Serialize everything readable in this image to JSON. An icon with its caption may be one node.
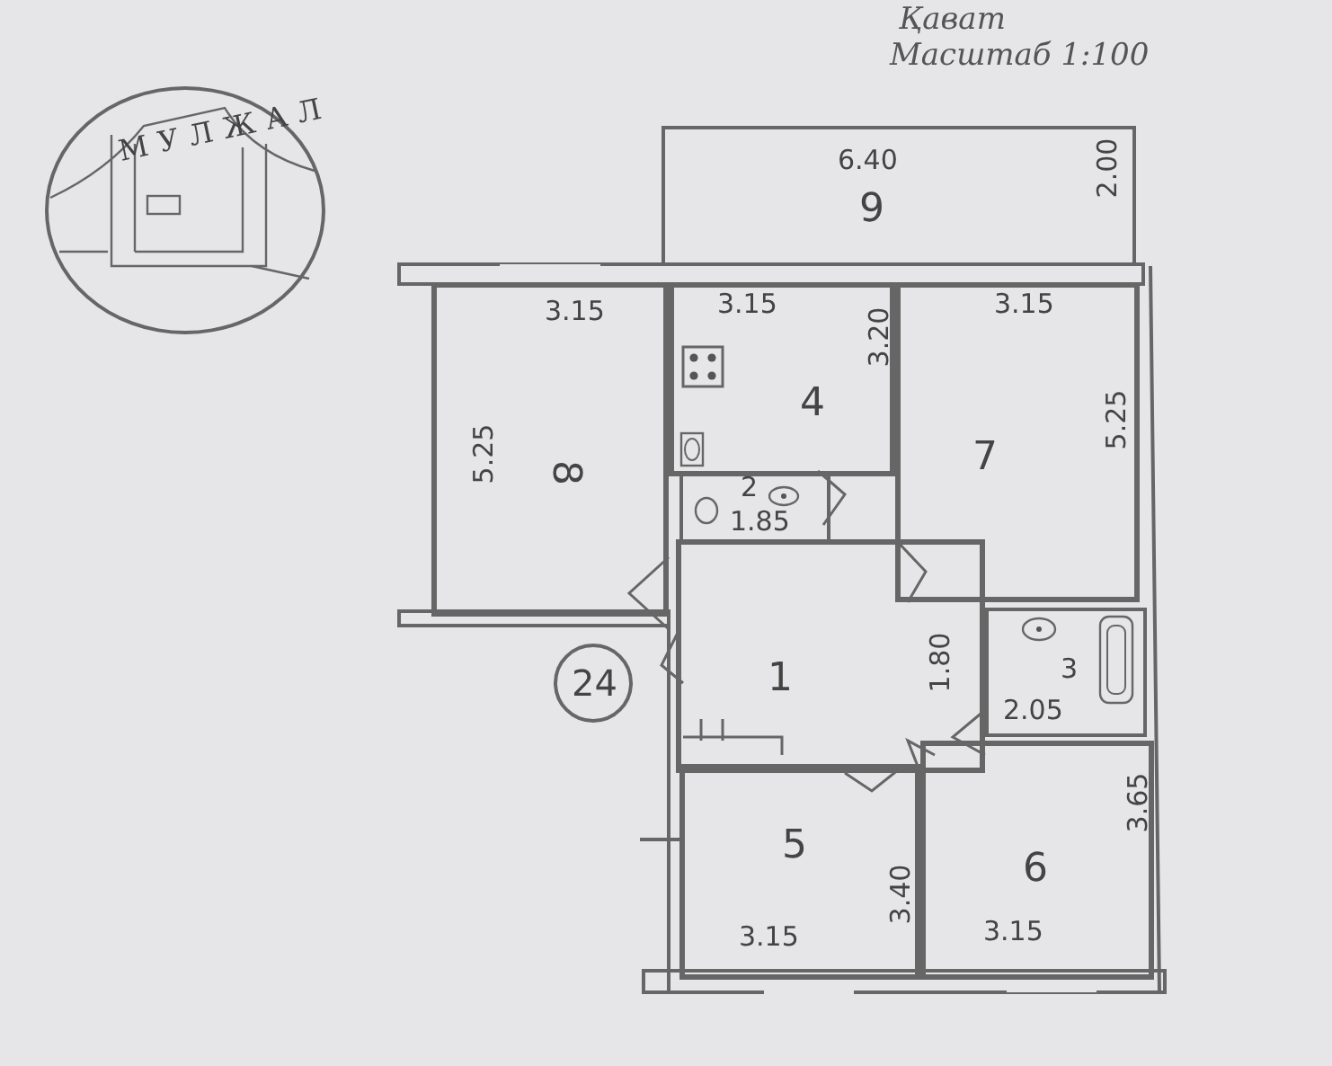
{
  "diagram": {
    "nodes": [
      {
        "text": [
          "МУЛЖАЛ"
        ]
      },
      {
        "text": [
          "6.40",
          "9",
          "2.00"
        ]
      },
      {
        "text": [
          "3.15",
          "8",
          "5.25"
        ]
      },
      {
        "text": [
          "3.15",
          "4",
          "3.20"
        ]
      },
      {
        "text": [
          "2",
          "1.85"
        ]
      },
      {
        "text": [
          "3.15",
          "7",
          "5.25"
        ]
      },
      {
        "text": [
          "1",
          "1.80"
        ]
      },
      {
        "text": [
          "3",
          "2.05"
        ]
      },
      {
        "text": [
          "5",
          "3.40",
          "3.15"
        ]
      },
      {
        "text": [
          "6",
          "3.65",
          "3.15"
        ]
      },
      {
        "text": [
          "24"
        ]
      }
    ],
    "labels": [
      "Қават",
      "Масштаб 1:100"
    ]
  }
}
